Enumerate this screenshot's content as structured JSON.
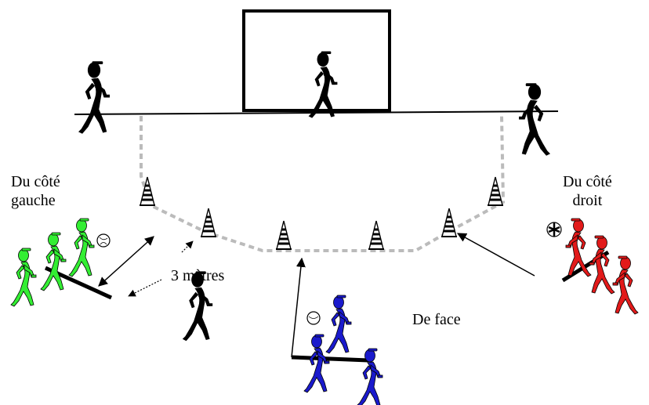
{
  "labels": {
    "left_side": [
      "Du côté",
      "gauche"
    ],
    "right_side": [
      "Du côté",
      "droit"
    ],
    "distance": "3 mètres",
    "front": "De face"
  },
  "colors": {
    "goalkeeper": "#000000",
    "left_team": "#33ee33",
    "front_team": "#1a1acc",
    "right_team": "#e21a1a",
    "cone_stripe": "#000000",
    "dashed_line": "#bbbbbb"
  },
  "icons": {
    "cone": "striped-cone-icon",
    "ball": "ball-icon",
    "player": "player-figure-icon"
  }
}
